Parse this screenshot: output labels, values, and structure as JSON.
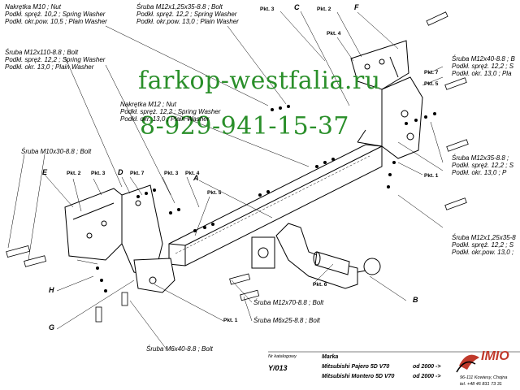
{
  "watermark": {
    "site": "farkop-westfalia.ru",
    "phone": "8-929-941-15-37",
    "color": "#2a8f2a"
  },
  "labels": {
    "nut_m10": [
      "Nakrętka  M10 ; Nut",
      "Podkł. spręż. 10,2 ; Spring Washer",
      "Podkł. okr.pow. 10,5 ; Plain Washer"
    ],
    "bolt_m12x125x35_top": [
      "Śruba  M12x1,25x35-8.8 ;  Bolt",
      "Podkł. spręż. 12,2 ; Spring Washer",
      "Podkł. okr.pow. 13,0 ; Plain Washer"
    ],
    "bolt_m12x110": [
      "Śruba  M12x110-8.8 ;  Bolt",
      "Podkł. spręż. 12,2 ; Spring Washer",
      "Podkł. okr. 13,0 ; Plain Washer"
    ],
    "nut_m12": [
      "Nakrętka  M12 ; Nut",
      "Podkł. spręż. 12,2 ; Spring Washer",
      "Podkł. okr. 13,0 ; Plain Washer"
    ],
    "bolt_m12x40": [
      "Śruba  M12x40-8.8 ;  B",
      "Podkł. spręż. 12,2 ; S",
      "Podkł. okr. 13,0 ; Pla"
    ],
    "bolt_m12x35": [
      "Śruba  M12x35-8.8 ; ",
      "Podkł. spręż. 12,2 ; S",
      "Podkł. okr. 13,0 ; P"
    ],
    "bolt_m10x30": "Śruba  M10x30-8.8 ;  Bolt",
    "bolt_m12x125x35_bottom": [
      "Śruba  M12x1,25x35-8",
      "Podkł. spręż. 12,2 ; S",
      "Podkł. okr.pow. 13,0 ;"
    ],
    "bolt_m12x70": "Śruba  M12x70-8.8 ;  Bolt",
    "bolt_m6x25": "Śruba  M6x25-8.8 ;  Bolt",
    "bolt_m6x40": "Śruba  M6x40-8.8 ;  Bolt"
  },
  "pkt": {
    "p3_top": "Pkt. 3",
    "p2_top": "Pkt. 2",
    "p4_top": "Pkt. 4",
    "p7_right": "Pkt. 7",
    "p5_right": "Pkt. 5",
    "p1_right": "Pkt. 1",
    "p2_left": "Pkt. 2",
    "p3_left": "Pkt. 3",
    "p7_left": "Pkt. 7",
    "p3_mid": "Pkt. 3",
    "p4_mid": "Pkt. 4",
    "p5_mid": "Pkt. 5",
    "p6_bottom": "Pkt. 6",
    "p1_bottom": "Pkt. 1"
  },
  "letters": {
    "c": "C",
    "f": "F",
    "e": "E",
    "d": "D",
    "a": "A",
    "h": "H",
    "g": "G",
    "b": "B"
  },
  "catalog": {
    "nr_label": "Nr katalogowy",
    "nr_value": "Y/013",
    "marka_label": "Marka",
    "model_1": "Mitsubishi Pajero 5D V70",
    "model_2": "Mitsubishi Montero 5D V70",
    "year_1": "od 2000 ->",
    "year_2": "od 2000 ->"
  },
  "company": {
    "logo_text": "IMIO",
    "address": "96-111 Kowiesy, Chojna",
    "phone": "tel. +48 46 831 73 31",
    "logo_color": "#c0392b"
  }
}
